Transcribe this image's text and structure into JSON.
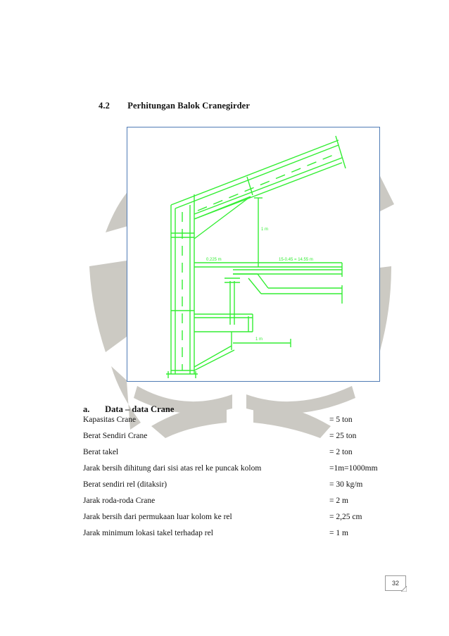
{
  "section": {
    "number": "4.2",
    "title": "Perhitungan  Balok Cranegirder"
  },
  "figure": {
    "labels": {
      "height": "1 m",
      "offset": "0.225 m",
      "span": "15-0.45 = 14.55 m",
      "reach": "1 m"
    },
    "colors": {
      "line": "#33ee33",
      "frame_border": "#4f7bb5",
      "watermark": "#c9c7c0"
    }
  },
  "subsection": {
    "marker": "a.",
    "title": "Data – data  Crane"
  },
  "crane_data": [
    {
      "label": "Kapasitas Crane",
      "value": "= 5 ton"
    },
    {
      "label": "Berat Sendiri  Crane",
      "value": "= 25 ton"
    },
    {
      "label": "Berat takel",
      "value": "= 2 ton"
    },
    {
      "label": "Jarak bersih  dihitung  dari sisi atas rel ke puncak  kolom",
      "value": "=1m=1000mm"
    },
    {
      "label": "Berat sendiri rel (ditaksir)",
      "value": "= 30 kg/m"
    },
    {
      "label": "Jarak roda-roda Crane",
      "value": "= 2 m"
    },
    {
      "label": "Jarak bersih  dari permukaan luar kolom ke rel",
      "value": "= 2,25 cm"
    },
    {
      "label": "Jarak minimum  lokasi takel terhadap rel",
      "value": "= 1 m"
    }
  ],
  "page_number": "32"
}
